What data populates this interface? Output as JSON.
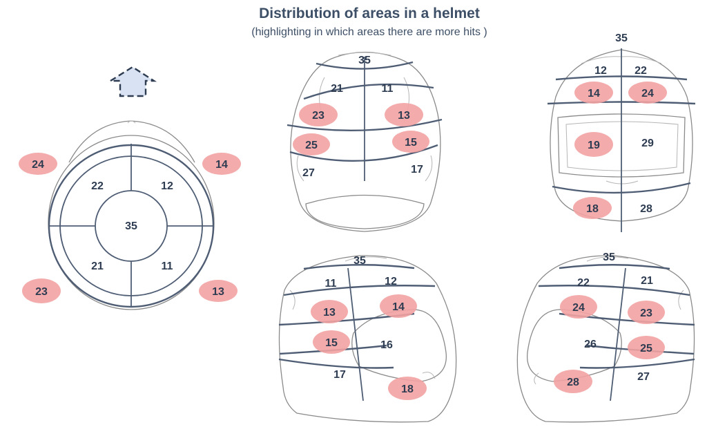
{
  "title": "Distribution of areas in a helmet",
  "subtitle": "(highlighting in which areas there are more hits )",
  "colors": {
    "highlight": "#f2a2a2",
    "zone_line": "#4e5d74",
    "text": "#2e3c52",
    "arrow_fill": "#d8e2f2"
  },
  "icons": {
    "front_direction": "up-arrow-icon"
  },
  "top_view": {
    "labels": [
      {
        "text": "35",
        "hit": false
      },
      {
        "text": "22",
        "hit": false
      },
      {
        "text": "12",
        "hit": false
      },
      {
        "text": "21",
        "hit": false
      },
      {
        "text": "11",
        "hit": false
      },
      {
        "text": "24",
        "hit": true
      },
      {
        "text": "14",
        "hit": true
      },
      {
        "text": "23",
        "hit": true
      },
      {
        "text": "13",
        "hit": true
      }
    ]
  },
  "back_view": {
    "labels": [
      {
        "text": "35",
        "hit": false
      },
      {
        "text": "21",
        "hit": false
      },
      {
        "text": "11",
        "hit": false
      },
      {
        "text": "23",
        "hit": true
      },
      {
        "text": "13",
        "hit": true
      },
      {
        "text": "25",
        "hit": true
      },
      {
        "text": "15",
        "hit": true
      },
      {
        "text": "27",
        "hit": false
      },
      {
        "text": "17",
        "hit": false
      }
    ]
  },
  "front_view": {
    "labels": [
      {
        "text": "35",
        "hit": false
      },
      {
        "text": "12",
        "hit": false
      },
      {
        "text": "22",
        "hit": false
      },
      {
        "text": "14",
        "hit": true
      },
      {
        "text": "24",
        "hit": true
      },
      {
        "text": "19",
        "hit": true
      },
      {
        "text": "29",
        "hit": false
      },
      {
        "text": "18",
        "hit": true
      },
      {
        "text": "28",
        "hit": false
      }
    ]
  },
  "left_side_view": {
    "labels": [
      {
        "text": "35",
        "hit": false
      },
      {
        "text": "11",
        "hit": false
      },
      {
        "text": "12",
        "hit": false
      },
      {
        "text": "13",
        "hit": true
      },
      {
        "text": "14",
        "hit": true
      },
      {
        "text": "15",
        "hit": true
      },
      {
        "text": "16",
        "hit": false
      },
      {
        "text": "17",
        "hit": false
      },
      {
        "text": "18",
        "hit": true
      }
    ]
  },
  "right_side_view": {
    "labels": [
      {
        "text": "35",
        "hit": false
      },
      {
        "text": "22",
        "hit": false
      },
      {
        "text": "21",
        "hit": false
      },
      {
        "text": "24",
        "hit": true
      },
      {
        "text": "23",
        "hit": true
      },
      {
        "text": "26",
        "hit": false
      },
      {
        "text": "25",
        "hit": true
      },
      {
        "text": "28",
        "hit": true
      },
      {
        "text": "27",
        "hit": false
      }
    ]
  }
}
